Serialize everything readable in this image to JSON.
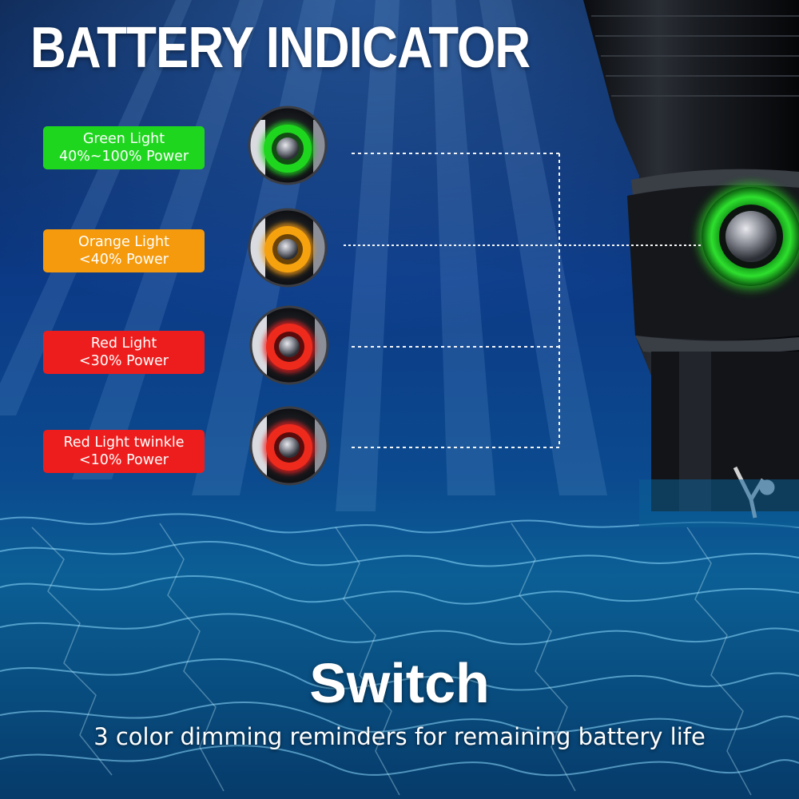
{
  "title": "BATTERY INDICATOR",
  "indicators": [
    {
      "line1": "Green Light",
      "line2": "40%~100% Power",
      "color": "#1fd61f"
    },
    {
      "line1": "Orange Light",
      "line2": "<40% Power",
      "color": "#f59a0c"
    },
    {
      "line1": "Red Light",
      "line2": "<30% Power",
      "color": "#ee1d1d"
    },
    {
      "line1": "Red Light twinkle",
      "line2": "<10% Power",
      "color": "#ee1d1d"
    }
  ],
  "switch": {
    "title": "Switch",
    "subtitle": "3 color dimming reminders for remaining battery life"
  },
  "colors": {
    "green": "#1fd61f",
    "orange": "#f59a0c",
    "red": "#ee1d1d",
    "water_top": "#07204a",
    "water_bottom": "#0a5a8c"
  }
}
